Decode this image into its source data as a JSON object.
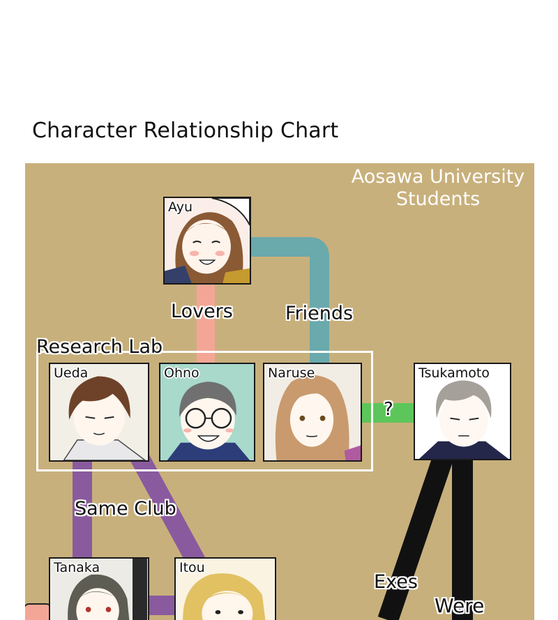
{
  "page": {
    "title": "Character Relationship Chart"
  },
  "diagram": {
    "group_label_line1": "Aosawa University",
    "group_label_line2": "Students",
    "research_lab_label": "Research Lab",
    "characters": {
      "ayu": "Ayu",
      "ueda": "Ueda",
      "ohno": "Ohno",
      "naruse": "Naruse",
      "tsukamoto": "Tsukamoto",
      "tanaka": "Tanaka",
      "itou": "Itou"
    },
    "relations": {
      "lovers": "Lovers",
      "friends": "Friends",
      "unknown": "?",
      "same_club": "Same Club",
      "exes": "Exes",
      "were": "Were"
    },
    "colors": {
      "board": "#c8b07c",
      "lovers": "#f4a696",
      "friends": "#6aa9ac",
      "unknown": "#5cc65a",
      "same_club": "#8a5a9e",
      "exes": "#111111"
    }
  }
}
